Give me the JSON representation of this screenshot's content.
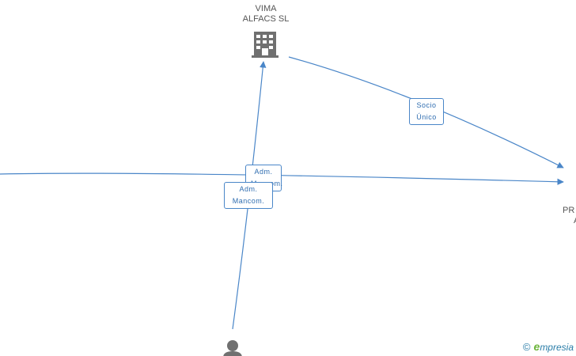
{
  "nodes": {
    "company_top": {
      "name_line1": "VIMA",
      "name_line2": "ALFACS SL",
      "icon": "building-icon"
    },
    "company_right": {
      "name_line1": "PR",
      "name_line2": "A",
      "icon": "building-icon"
    },
    "person_bottom": {
      "icon": "person-icon"
    }
  },
  "edge_labels": {
    "socio_unico": {
      "line1": "Socio",
      "line2": "Único"
    },
    "adm_top": {
      "line1": "Adm.",
      "line2": "Mancom."
    },
    "adm_bottom": {
      "line1": "Adm.",
      "line2": "Mancom."
    }
  },
  "colors": {
    "edge": "#4a86c8",
    "label_text": "#2f6db0",
    "node_icon": "#707070",
    "node_text": "#555555"
  },
  "watermark": {
    "symbol": "©",
    "brand_initial": "e",
    "brand_rest": "mpresia"
  }
}
